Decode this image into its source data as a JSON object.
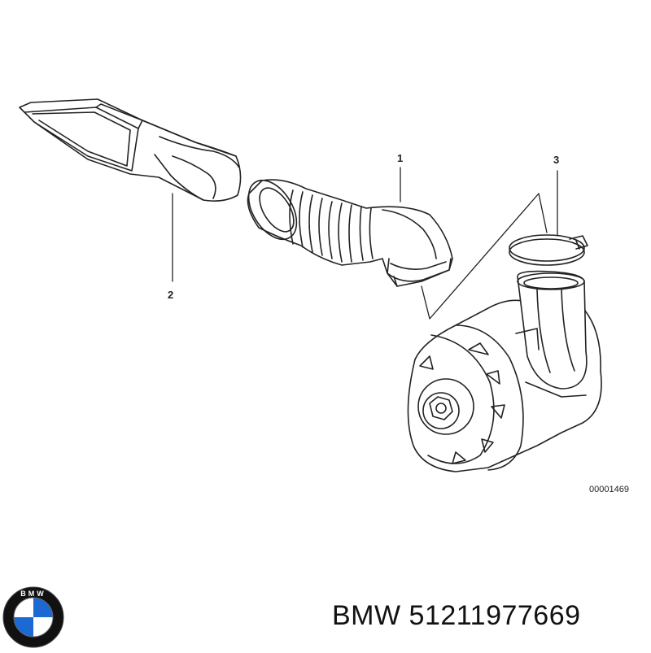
{
  "diagram": {
    "callouts": [
      {
        "id": "1",
        "label": "1"
      },
      {
        "id": "2",
        "label": "2"
      },
      {
        "id": "3",
        "label": "3"
      }
    ],
    "reference_number": "00001469"
  },
  "brand": {
    "logo_icon": "bmw-roundel-icon",
    "logo_text": "BMW",
    "caption_brand": "BMW",
    "caption_part_number": "51211977669",
    "colors": {
      "blue": "#1c69d4",
      "ring": "#111111",
      "white": "#ffffff"
    }
  }
}
